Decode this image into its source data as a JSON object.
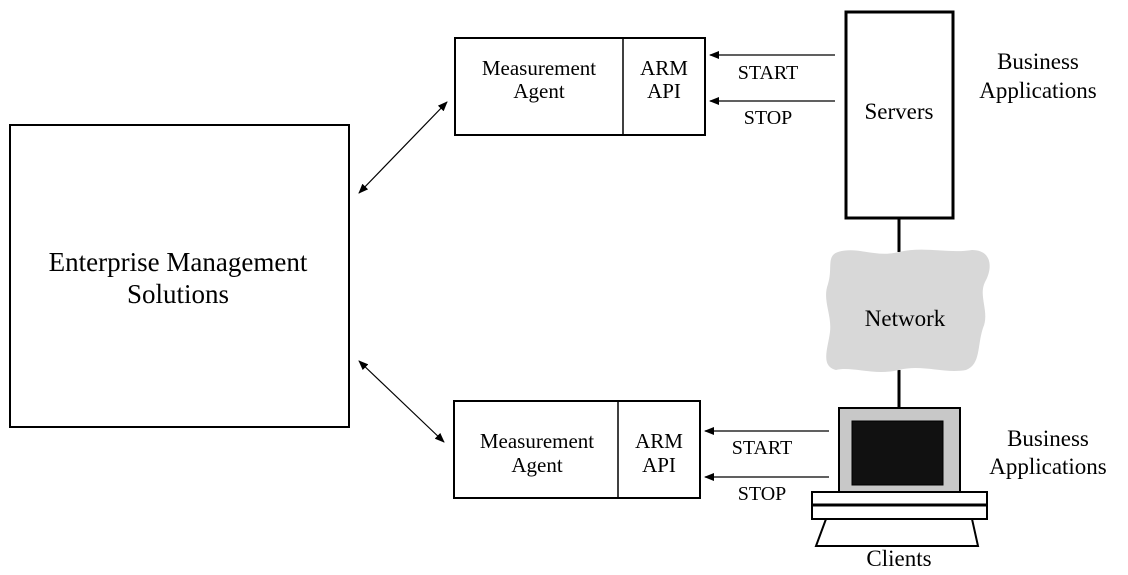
{
  "enterprise": {
    "line1": "Enterprise Management",
    "line2": "Solutions"
  },
  "top_agent": {
    "agent_line1": "Measurement",
    "agent_line2": "Agent",
    "api_line1": "ARM",
    "api_line2": "API",
    "start": "START",
    "stop": "STOP"
  },
  "bottom_agent": {
    "agent_line1": "Measurement",
    "agent_line2": "Agent",
    "api_line1": "ARM",
    "api_line2": "API",
    "start": "START",
    "stop": "STOP"
  },
  "servers": {
    "label": "Servers"
  },
  "network": {
    "label": "Network"
  },
  "clients": {
    "label": "Clients"
  },
  "business_top": {
    "line1": "Business",
    "line2": "Applications"
  },
  "business_bottom": {
    "line1": "Business",
    "line2": "Applications"
  },
  "colors": {
    "cloud": "#d8d8d8",
    "monitor_body": "#c8c8c8",
    "screen": "#111111"
  }
}
